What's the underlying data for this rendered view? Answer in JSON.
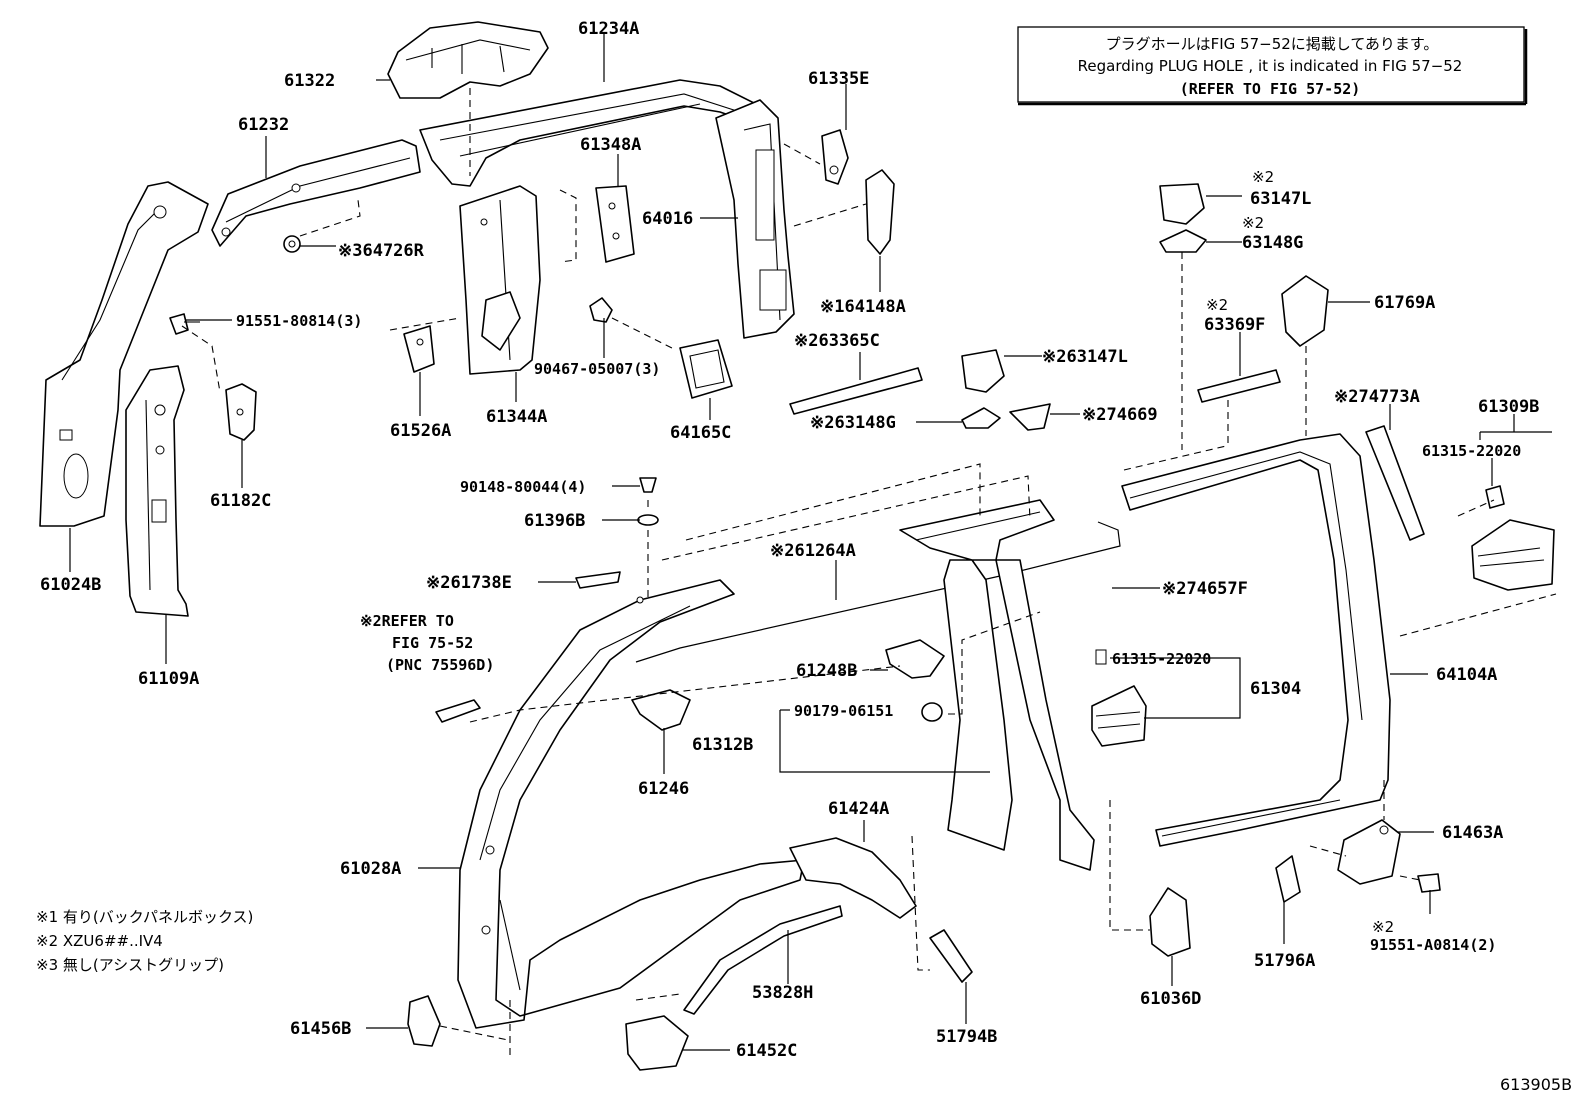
{
  "note": {
    "line1": "プラグホールはFIG 57−52に掲載してあります。",
    "line2": "Regarding PLUG HOLE , it is indicated in FIG 57−52",
    "line3": "(REFER TO FIG 57-52)"
  },
  "labels": {
    "p61234A": "61234A",
    "p61322": "61322",
    "p61232": "61232",
    "p61335E": "61335E",
    "p61348A": "61348A",
    "p64016": "64016",
    "p64726R": "※364726R",
    "p64148A": "※164148A",
    "p91551_80814": "91551-80814(3)",
    "p90467": "90467-05007(3)",
    "p61526A": "61526A",
    "p61344A": "61344A",
    "p64165C": "64165C",
    "p61182C": "61182C",
    "p61024B": "61024B",
    "p61109A": "61109A",
    "p63147L_top": "63147L",
    "p63148G_top": "63148G",
    "p61769A": "61769A",
    "p63369F": "63369F",
    "p63365C": "※263365C",
    "p63147L_mid": "※263147L",
    "p63148G_mid": "※263148G",
    "p74669": "※274669",
    "p74773A": "※274773A",
    "p61309B": "61309B",
    "p61315_top": "61315-22020",
    "p90148": "90148-80044(4)",
    "p61396B": "61396B",
    "p61264A": "※261264A",
    "p61738E": "※261738E",
    "p74657F": "※274657F",
    "p61315_mid": "61315-22020",
    "p61304": "61304",
    "p64104A": "64104A",
    "p61248B": "61248B",
    "p90179": "90179-06151",
    "p61312B": "61312B",
    "p61246": "61246",
    "p61424A": "61424A",
    "p61028A": "61028A",
    "p61463A": "61463A",
    "p51796A": "51796A",
    "p91551_A0814": "91551-A0814(2)",
    "p61036D": "61036D",
    "p53828H": "53828H",
    "p51794B": "51794B",
    "p61456B": "61456B",
    "p61452C": "61452C",
    "mark2": "※2"
  },
  "refer": {
    "line1": "※2REFER TO",
    "line2": "FIG 75-52",
    "line3": "(PNC 75596D)"
  },
  "legend": {
    "l1": "※1 有り(バックパネルボックス)",
    "l2": "※2 XZU6##..IV4",
    "l3": "※3 無し(アシストグリップ)"
  },
  "figure_id": "613905B"
}
